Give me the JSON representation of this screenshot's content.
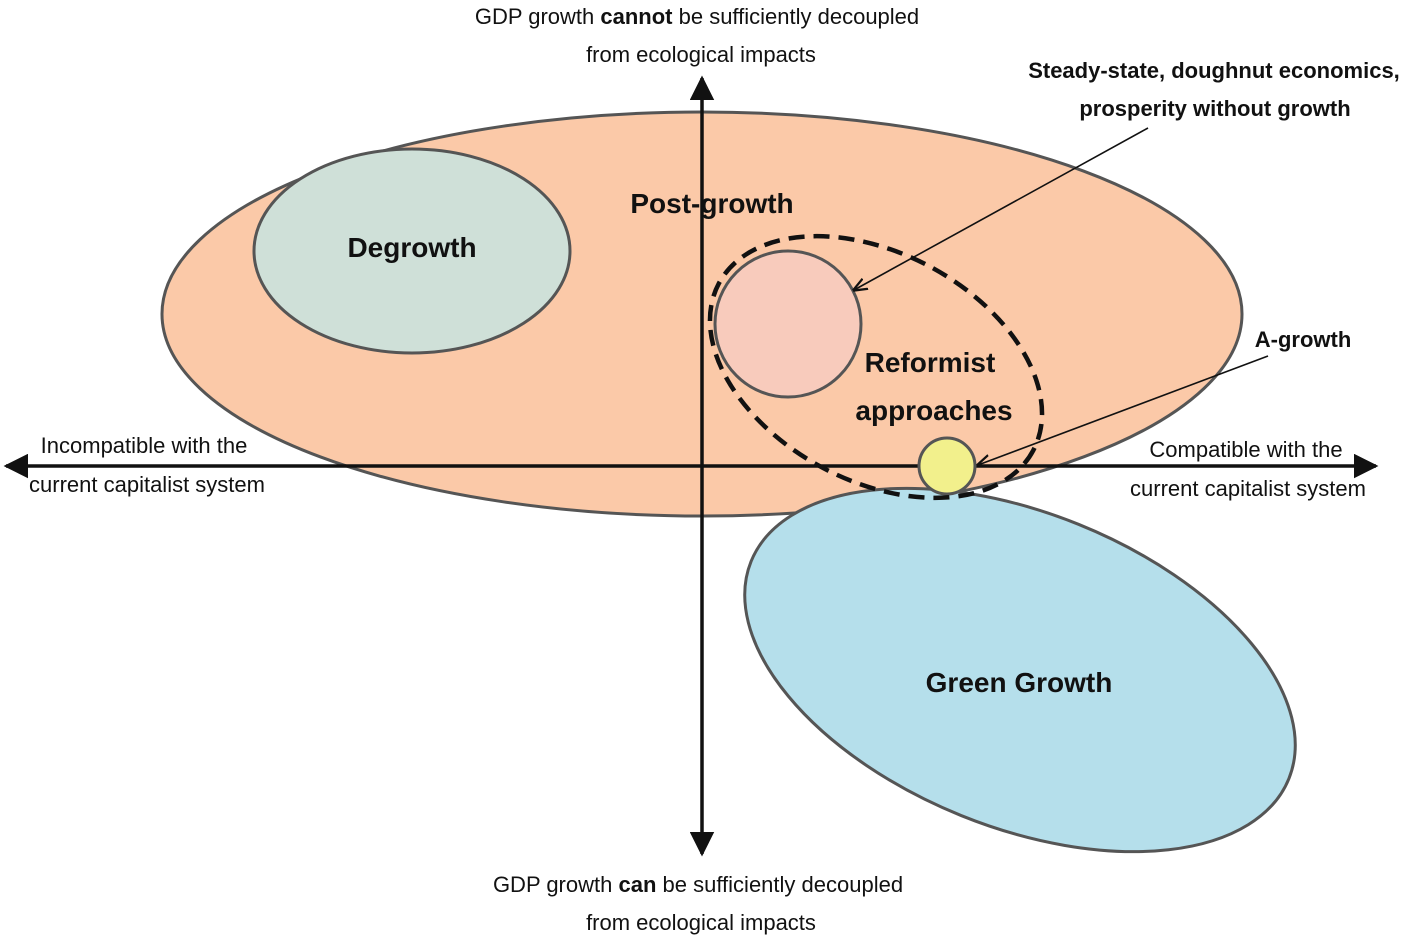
{
  "axes": {
    "top": {
      "line1_before": "GDP growth ",
      "line1_bold": "cannot",
      "line1_after": " be sufficiently decoupled",
      "line2": "from ecological impacts"
    },
    "bottom": {
      "line1_before": "GDP growth ",
      "line1_bold": "can",
      "line1_after": " be sufficiently decoupled",
      "line2": "from ecological impacts"
    },
    "left": {
      "line1": "Incompatible with the",
      "line2": "current capitalist system"
    },
    "right": {
      "line1": "Compatible with the",
      "line2": "current capitalist system"
    }
  },
  "regions": {
    "post_growth": "Post-growth",
    "degrowth": "Degrowth",
    "reformist_line1": "Reformist",
    "reformist_line2": "approaches",
    "green_growth": "Green Growth"
  },
  "callouts": {
    "steady_state_line1": "Steady-state, doughnut economics,",
    "steady_state_line2": "prosperity without growth",
    "a_growth": "A-growth"
  },
  "colors": {
    "post_growth_fill": "#fbc9a8",
    "degrowth_fill": "#cfe0d8",
    "steady_state_fill": "#f8cbbc",
    "a_growth_fill": "#f2f08c",
    "green_growth_fill": "#b5dfeb",
    "outline": "#555555",
    "axis": "#111111"
  }
}
